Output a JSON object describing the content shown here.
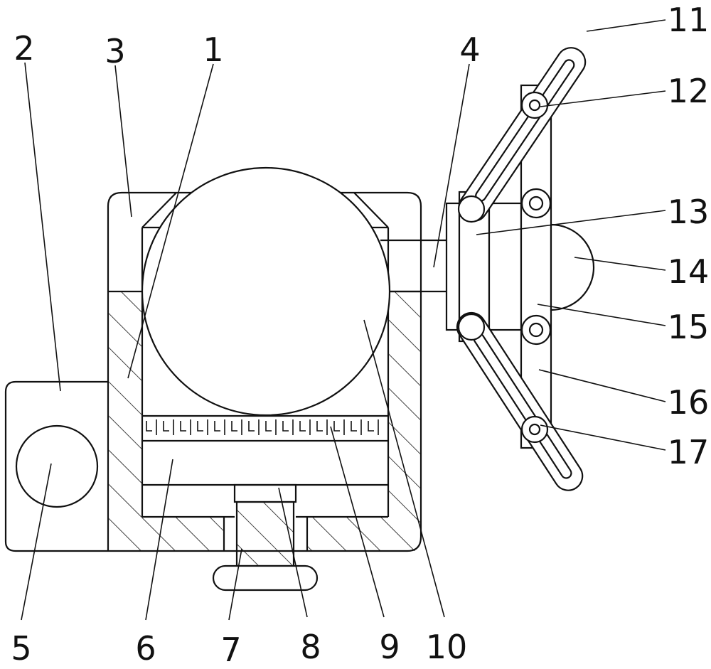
{
  "figure": {
    "labels": [
      {
        "id": "callout-1",
        "text": "1"
      },
      {
        "id": "callout-2",
        "text": "2"
      },
      {
        "id": "callout-3",
        "text": "3"
      },
      {
        "id": "callout-4",
        "text": "4"
      },
      {
        "id": "callout-5",
        "text": "5"
      },
      {
        "id": "callout-6",
        "text": "6"
      },
      {
        "id": "callout-7",
        "text": "7"
      },
      {
        "id": "callout-8",
        "text": "8"
      },
      {
        "id": "callout-9",
        "text": "9"
      },
      {
        "id": "callout-10",
        "text": "10"
      },
      {
        "id": "callout-11",
        "text": "11"
      },
      {
        "id": "callout-12",
        "text": "12"
      },
      {
        "id": "callout-13",
        "text": "13"
      },
      {
        "id": "callout-14",
        "text": "14"
      },
      {
        "id": "callout-15",
        "text": "15"
      },
      {
        "id": "callout-16",
        "text": "16"
      },
      {
        "id": "callout-17",
        "text": "17"
      }
    ]
  }
}
